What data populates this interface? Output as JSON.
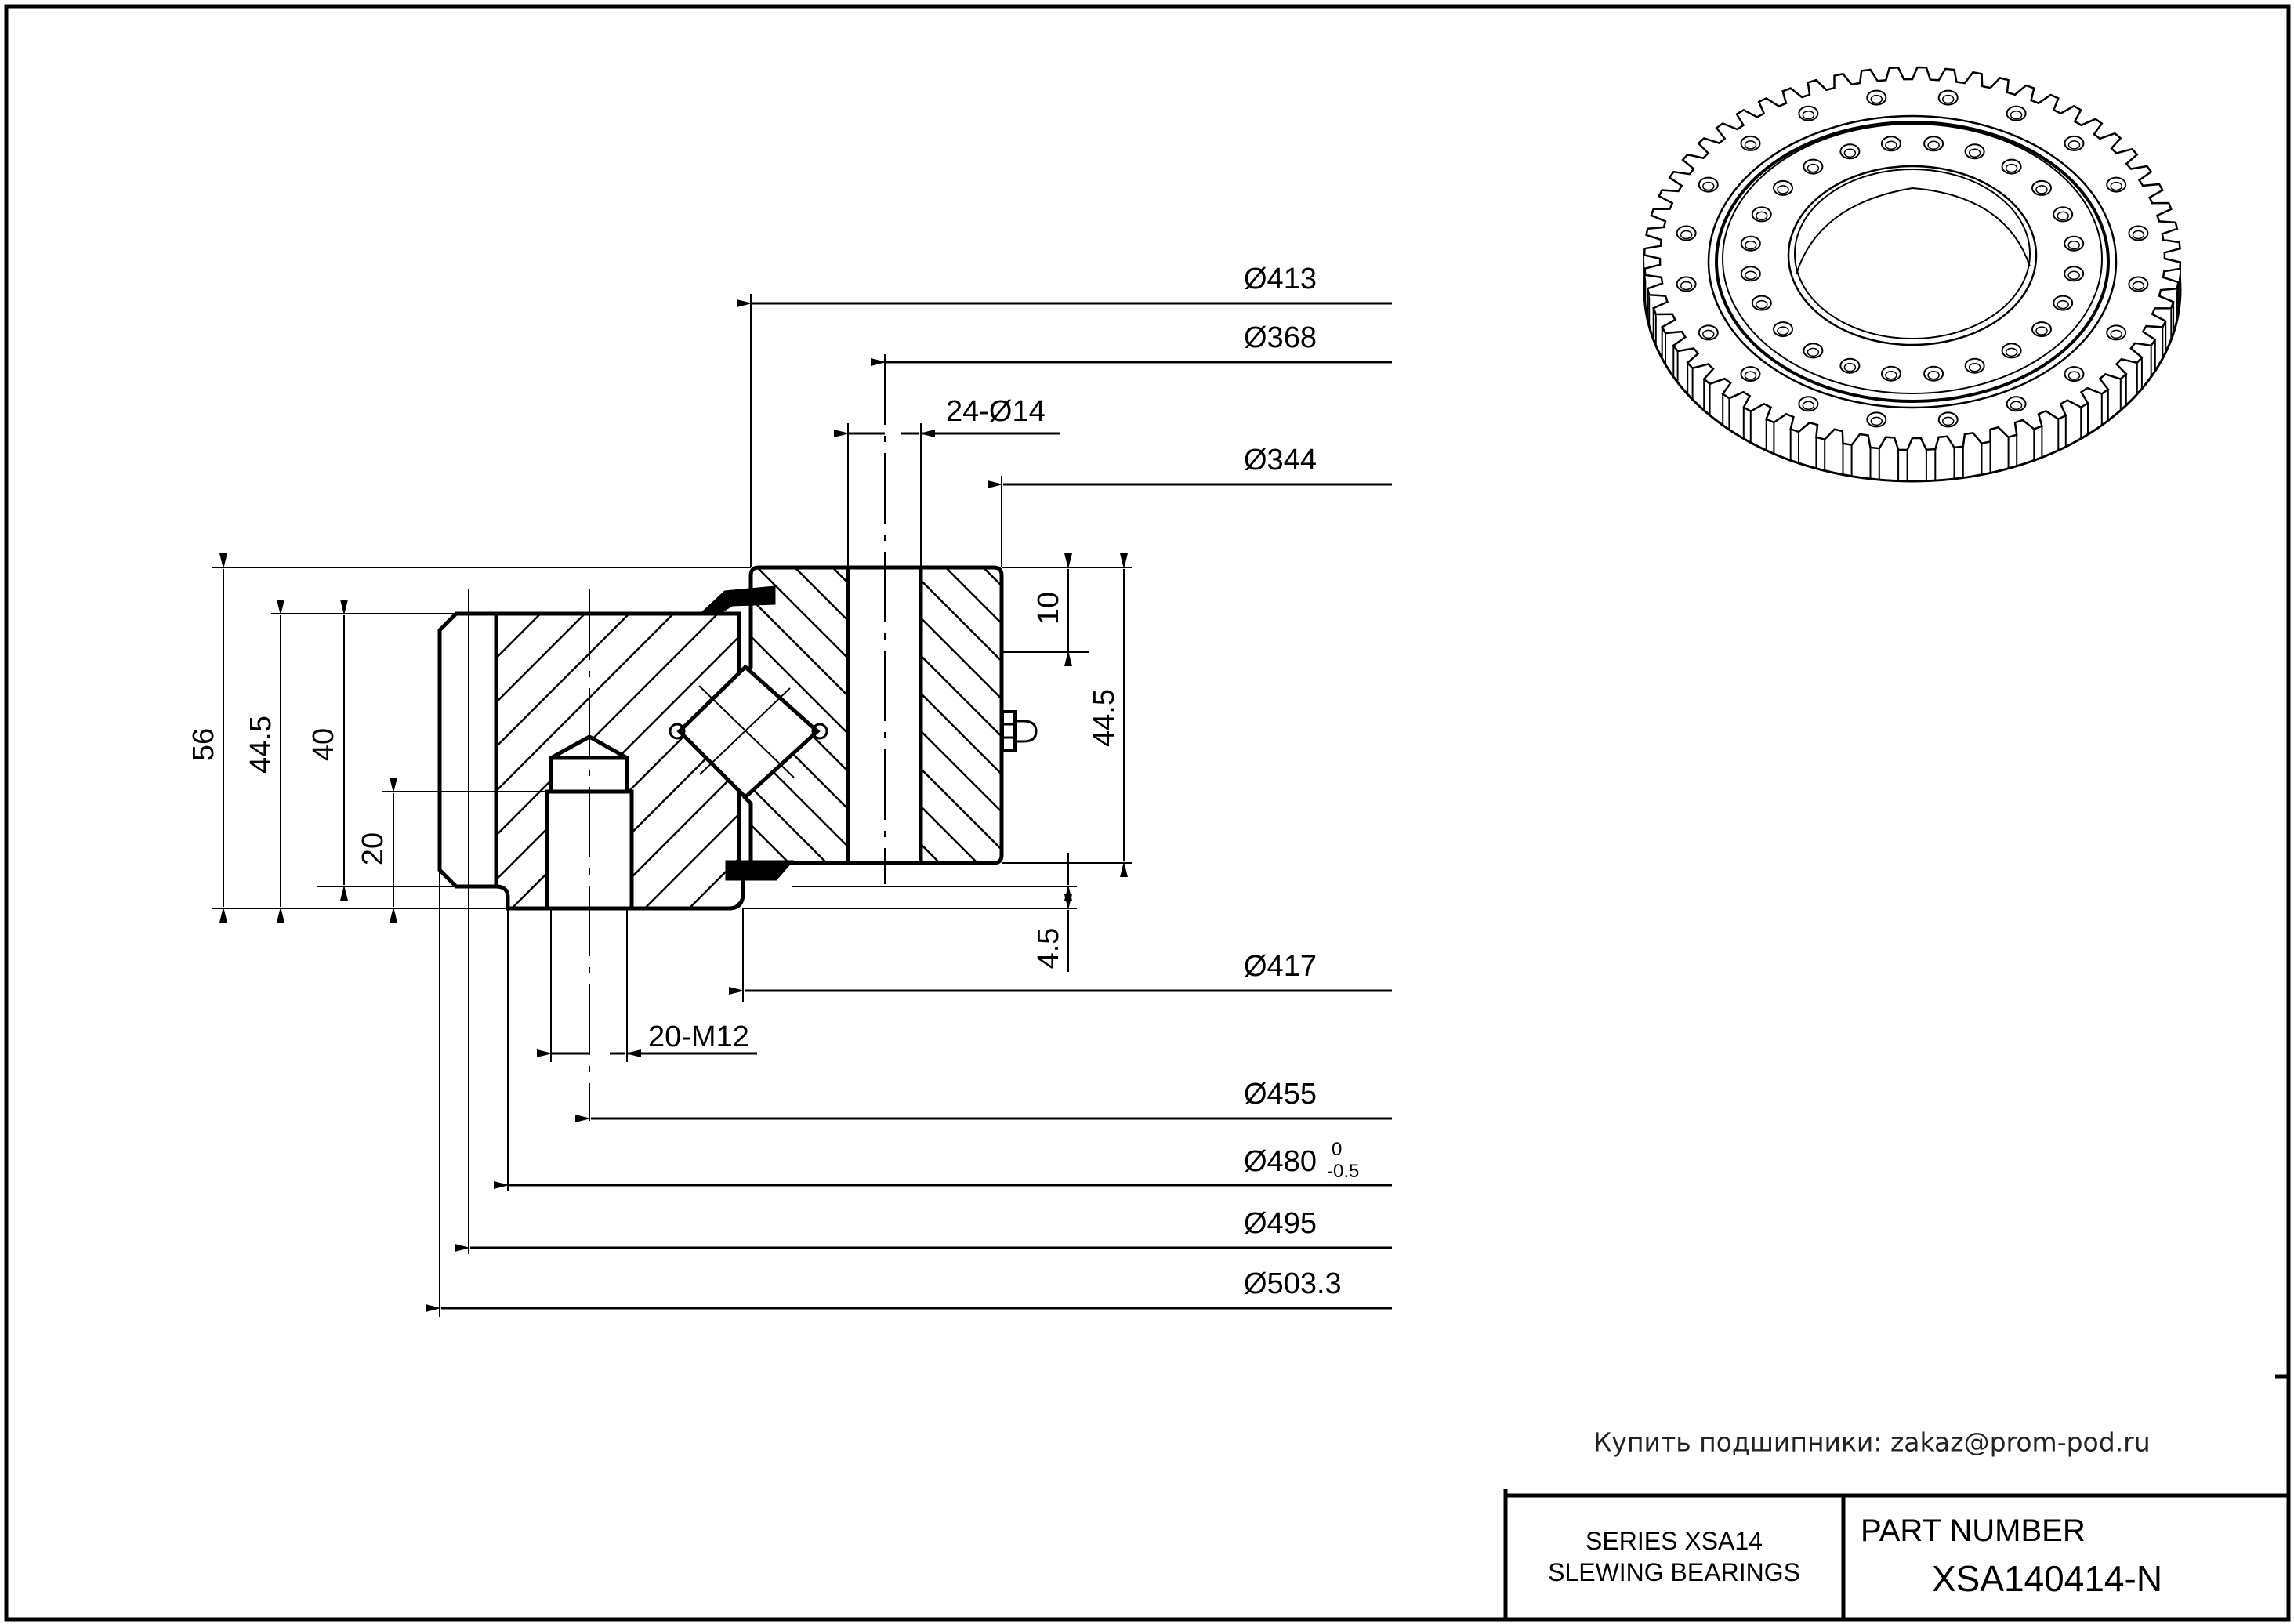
{
  "drawing": {
    "title": "Slewing bearing XSA140414-N section drawing",
    "dimensions_top": [
      {
        "id": "d413",
        "label": "Ø413"
      },
      {
        "id": "d368",
        "label": "Ø368"
      },
      {
        "id": "holes24",
        "label": "24-Ø14"
      },
      {
        "id": "d344",
        "label": "Ø344"
      }
    ],
    "dimensions_bottom": [
      {
        "id": "d417",
        "label": "Ø417"
      },
      {
        "id": "m12",
        "label": "20-M12"
      },
      {
        "id": "d455",
        "label": "Ø455"
      },
      {
        "id": "d480",
        "label": "Ø480",
        "tol_upper": "0",
        "tol_lower": "-0.5"
      },
      {
        "id": "d495",
        "label": "Ø495"
      },
      {
        "id": "d503",
        "label": "Ø503.3"
      }
    ],
    "dimensions_vertical": {
      "h56": "56",
      "h44_5_left": "44.5",
      "h40": "40",
      "h20": "20",
      "h10": "10",
      "h44_5_right": "44.5",
      "h4_5": "4.5"
    }
  },
  "note": "Купить подшипники: zakaz@prom-pod.ru",
  "title_block": {
    "series_line1": "SERIES  XSA14",
    "series_line2": "SLEWING BEARINGS",
    "part_number_label": "PART  NUMBER",
    "part_number": "XSA140414-N"
  },
  "isometric_view": {
    "icon": "slewing-ring-gear-icon",
    "outer_teeth_count": 60,
    "outer_bolt_holes": 20,
    "inner_bolt_holes": 24
  },
  "colors": {
    "line": "#000000",
    "background": "#ffffff"
  }
}
